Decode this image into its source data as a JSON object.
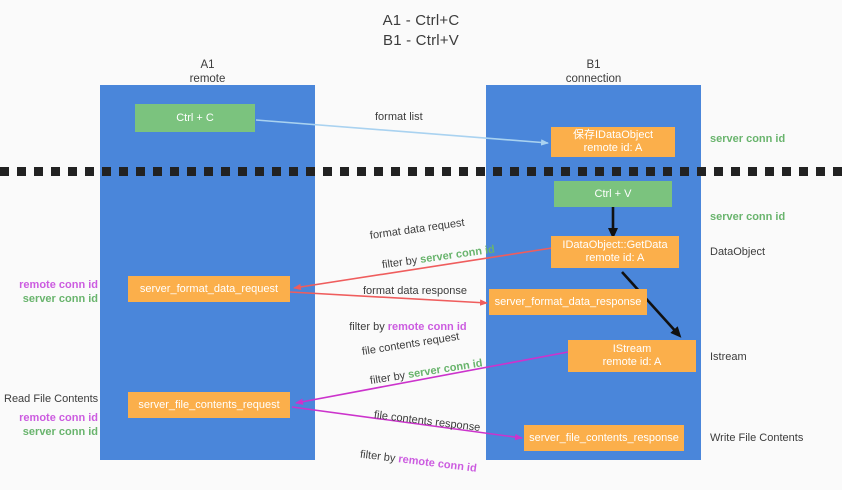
{
  "title": {
    "line1": "A1 - Ctrl+C",
    "line2": "B1 - Ctrl+V"
  },
  "lanes": [
    {
      "id": "a1",
      "name": "A1",
      "role": "remote"
    },
    {
      "id": "b1",
      "name": "B1",
      "role": "connection"
    }
  ],
  "colors": {
    "lane": "#4a86da",
    "node_green": "#7bc37e",
    "node_orange": "#fbaf4b",
    "conn_server": "#69b46d",
    "conn_remote": "#cc5ce0",
    "arrow_format_list": "#a9d2f0",
    "arrow_format_data": "#ef5d5d",
    "arrow_file_contents": "#cc33cc",
    "arrow_internal": "#111111",
    "divider": "#222222"
  },
  "nodes": [
    {
      "id": "ctrl-c",
      "lane": "a1",
      "kind": "green",
      "line1": "Ctrl + C",
      "line2": ""
    },
    {
      "id": "save-dataobj",
      "lane": "b1",
      "kind": "orange",
      "line1": "保存IDataObject",
      "line2": "remote id: A"
    },
    {
      "id": "ctrl-v",
      "lane": "b1",
      "kind": "green",
      "line1": "Ctrl + V",
      "line2": ""
    },
    {
      "id": "getdata",
      "lane": "b1",
      "kind": "orange",
      "line1": "IDataObject::GetData",
      "line2": "remote id: A"
    },
    {
      "id": "fmt-req",
      "lane": "a1",
      "kind": "orange",
      "line1": "server_format_data_request",
      "line2": ""
    },
    {
      "id": "fmt-resp",
      "lane": "b1",
      "kind": "orange",
      "line1": "server_format_data_response",
      "line2": ""
    },
    {
      "id": "istream",
      "lane": "b1",
      "kind": "orange",
      "line1": "IStream",
      "line2": "remote id: A"
    },
    {
      "id": "file-req",
      "lane": "a1",
      "kind": "orange",
      "line1": "server_file_contents_request",
      "line2": ""
    },
    {
      "id": "file-resp",
      "lane": "b1",
      "kind": "orange",
      "line1": "server_file_contents_response",
      "line2": ""
    }
  ],
  "edge_labels": {
    "format_list": "format list",
    "format_data_request": "format data request",
    "format_data_request_filter_prefix": "filter by ",
    "format_data_request_filter_key": "server conn id",
    "format_data_response": "format data response",
    "format_data_response_filter_prefix": "filter by ",
    "format_data_response_filter_key": "remote conn id",
    "file_contents_request": "file contents request",
    "file_contents_request_filter_prefix": "filter by ",
    "file_contents_request_filter_key": "server conn id",
    "file_contents_response": "file contents response",
    "file_contents_response_filter_prefix": "filter by ",
    "file_contents_response_filter_key": "remote conn id"
  },
  "left_annotations": {
    "read_file_contents": "Read File Contents",
    "remote_conn_id": "remote conn id",
    "server_conn_id": "server conn id"
  },
  "right_annotations": {
    "server_conn_id_top": "server conn id",
    "server_conn_id_mid": "server conn id",
    "dataobject": "DataObject",
    "istream": "Istream",
    "write_file_contents": "Write File Contents"
  }
}
